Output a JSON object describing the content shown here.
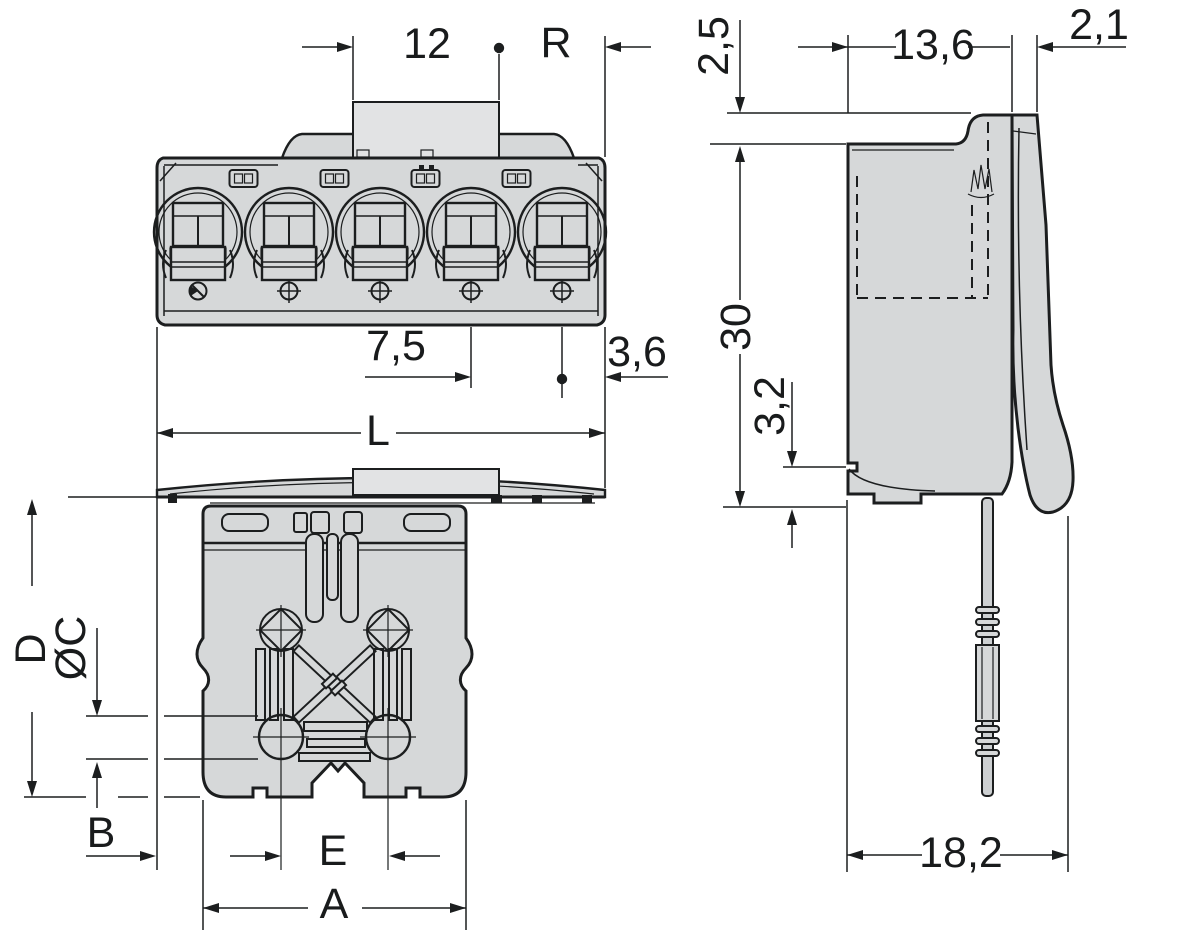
{
  "drawing": {
    "front_view": {
      "dimensions": {
        "tab_width": "12",
        "radius_ref": "R",
        "pole_pitch": "7,5",
        "edge_offset": "3,6",
        "total_length": "L"
      }
    },
    "side_view": {
      "dimensions": {
        "top_offset": "2,5",
        "body_depth": "13,6",
        "latch_thickness": "2,1",
        "body_height": "30",
        "foot_height": "3,2",
        "total_depth": "18,2"
      }
    },
    "bottom_view": {
      "dimensions": {
        "depth_d": "D",
        "hole_diameter": "ØC",
        "offset_b": "B",
        "hole_spacing": "E",
        "body_width": "A"
      }
    }
  },
  "colors": {
    "body_fill": "#d6d8d9",
    "tab_fill": "#e2e3e4",
    "pin_fill": "#cdd0d2",
    "line": "#1c1e1f",
    "background": "#ffffff"
  }
}
